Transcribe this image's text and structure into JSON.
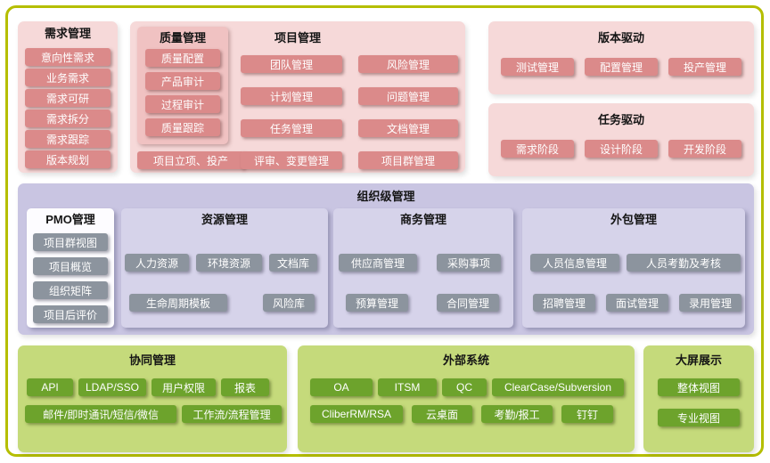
{
  "requirements": {
    "title": "需求管理",
    "items": [
      "意向性需求",
      "业务需求",
      "需求可研",
      "需求拆分",
      "需求跟踪",
      "版本规划"
    ]
  },
  "project": {
    "title": "项目管理",
    "quality": {
      "title": "质量管理",
      "items": [
        "质量配置",
        "产品审计",
        "过程审计",
        "质量跟踪"
      ]
    },
    "initiation": "项目立项、投产",
    "col1": [
      "团队管理",
      "计划管理",
      "任务管理",
      "评审、变更管理"
    ],
    "col2": [
      "风险管理",
      "问题管理",
      "文档管理",
      "项目群管理"
    ]
  },
  "version_driven": {
    "title": "版本驱动",
    "items": [
      "测试管理",
      "配置管理",
      "投产管理"
    ]
  },
  "task_driven": {
    "title": "任务驱动",
    "items": [
      "需求阶段",
      "设计阶段",
      "开发阶段"
    ]
  },
  "org": {
    "title": "组织级管理",
    "pmo": {
      "title": "PMO管理",
      "items": [
        "项目群视图",
        "项目概览",
        "组织矩阵",
        "项目后评价"
      ]
    },
    "resource": {
      "title": "资源管理",
      "row1": [
        "人力资源",
        "环境资源",
        "文档库"
      ],
      "row2": [
        "生命周期模板",
        "风险库"
      ]
    },
    "business": {
      "title": "商务管理",
      "row1": [
        "供应商管理",
        "采购事项"
      ],
      "row2": [
        "预算管理",
        "合同管理"
      ]
    },
    "outsourcing": {
      "title": "外包管理",
      "row1": [
        "人员信息管理",
        "人员考勤及考核"
      ],
      "row2": [
        "招聘管理",
        "面试管理",
        "录用管理"
      ]
    }
  },
  "collab": {
    "title": "协同管理",
    "row1": [
      "API",
      "LDAP/SSO",
      "用户权限",
      "报表"
    ],
    "row2": [
      "邮件/即时通讯/短信/微信",
      "工作流/流程管理"
    ]
  },
  "external": {
    "title": "外部系统",
    "row1": [
      "OA",
      "ITSM",
      "QC",
      "ClearCase/Subversion"
    ],
    "row2": [
      "CliberRM/RSA",
      "云桌面",
      "考勤/报工",
      "钉钉"
    ]
  },
  "bigscreen": {
    "title": "大屏展示",
    "items": [
      "整体视图",
      "专业视图"
    ]
  },
  "colors": {
    "border": "#b5be00",
    "pink_bg": "#f6d9d9",
    "pink_panel": "#f0c2c2",
    "pink_btn": "#db8a8a",
    "purple_bg": "#c9c5e2",
    "panel_bg": "#d6d3ea",
    "pmo_bg": "#fdfcff",
    "gray_btn": "#8c949e",
    "green_bg": "#c5da7b",
    "green_btn": "#6da32c"
  }
}
